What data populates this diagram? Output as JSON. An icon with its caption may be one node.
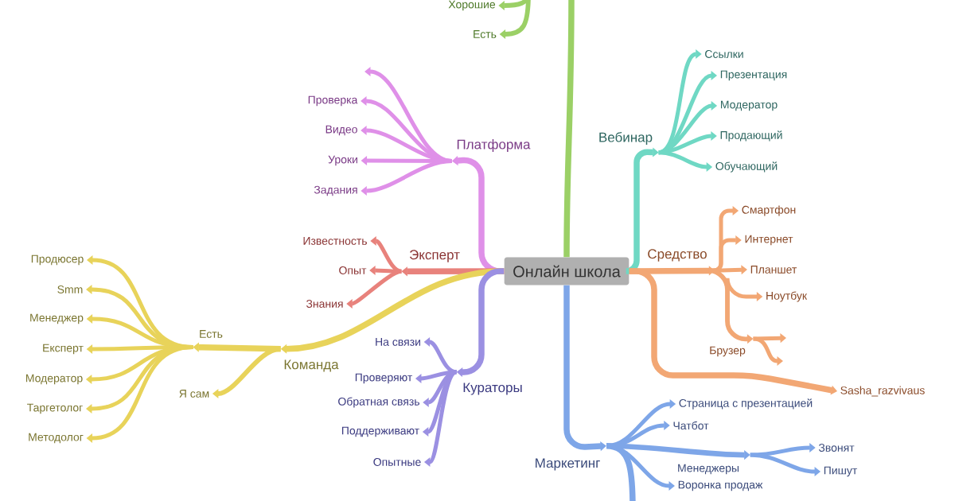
{
  "diagram": {
    "nodes": [
      {
        "text": [
          "Онлайн школа"
        ]
      },
      {
        "text": [
          "Платформа"
        ]
      },
      {
        "text": [
          "Проверка"
        ]
      },
      {
        "text": [
          "Видео"
        ]
      },
      {
        "text": [
          "Уроки"
        ]
      },
      {
        "text": [
          "Задания"
        ]
      },
      {
        "text": [
          "Эксперт"
        ]
      },
      {
        "text": [
          "Известность"
        ]
      },
      {
        "text": [
          "Опыт"
        ]
      },
      {
        "text": [
          "Знания"
        ]
      },
      {
        "text": [
          "Команда"
        ]
      },
      {
        "text": [
          "Есть"
        ]
      },
      {
        "text": [
          "Продюсер"
        ]
      },
      {
        "text": [
          "Smm"
        ]
      },
      {
        "text": [
          "Менеджер"
        ]
      },
      {
        "text": [
          "Експерт"
        ]
      },
      {
        "text": [
          "Модератор"
        ]
      },
      {
        "text": [
          "Таргетолог"
        ]
      },
      {
        "text": [
          "Методолог"
        ]
      },
      {
        "text": [
          "Я сам"
        ]
      },
      {
        "text": [
          "Кураторы"
        ]
      },
      {
        "text": [
          "На связи"
        ]
      },
      {
        "text": [
          "Проверяют"
        ]
      },
      {
        "text": [
          "Обратная связь"
        ]
      },
      {
        "text": [
          "Поддерживают"
        ]
      },
      {
        "text": [
          "Опытные"
        ]
      },
      {
        "text": [
          "Хорошие"
        ]
      },
      {
        "text": [
          "Есть"
        ]
      },
      {
        "text": [
          "Вебинар"
        ]
      },
      {
        "text": [
          "Ссылки"
        ]
      },
      {
        "text": [
          "Презентация"
        ]
      },
      {
        "text": [
          "Модератор"
        ]
      },
      {
        "text": [
          "Продающий"
        ]
      },
      {
        "text": [
          "Обучающий"
        ]
      },
      {
        "text": [
          "Средство"
        ]
      },
      {
        "text": [
          "Смартфон"
        ]
      },
      {
        "text": [
          "Интернет"
        ]
      },
      {
        "text": [
          "Планшет"
        ]
      },
      {
        "text": [
          "Ноутбук"
        ]
      },
      {
        "text": [
          "Брузер"
        ]
      },
      {
        "text": [
          "Sasha_razvivaus"
        ]
      },
      {
        "text": [
          "Маркетинг"
        ]
      },
      {
        "text": [
          "Страница с презентацией"
        ]
      },
      {
        "text": [
          "Чатбот"
        ]
      },
      {
        "text": [
          "Менеджеры"
        ]
      },
      {
        "text": [
          "Звонят"
        ]
      },
      {
        "text": [
          "Пишут"
        ]
      },
      {
        "text": [
          "Воронка продаж"
        ]
      }
    ],
    "edges": [
      {
        "from": 0,
        "to": 1,
        "arrow": "to",
        "color": "#df90e8"
      },
      {
        "from": 1,
        "to": null,
        "arrow": "to",
        "color": "#df90e8"
      },
      {
        "from": 1,
        "to": 2,
        "arrow": "to",
        "color": "#df90e8"
      },
      {
        "from": 1,
        "to": 3,
        "arrow": "to",
        "color": "#df90e8"
      },
      {
        "from": 1,
        "to": 4,
        "arrow": "to",
        "color": "#df90e8"
      },
      {
        "from": 1,
        "to": 5,
        "arrow": "to",
        "color": "#df90e8"
      },
      {
        "from": 0,
        "to": 6,
        "arrow": "to",
        "color": "#e8827c"
      },
      {
        "from": 6,
        "to": 7,
        "arrow": "to",
        "color": "#e8827c"
      },
      {
        "from": 6,
        "to": 8,
        "arrow": "to",
        "color": "#e8827c"
      },
      {
        "from": 6,
        "to": 9,
        "arrow": "to",
        "color": "#e8827c"
      },
      {
        "from": 0,
        "to": 10,
        "arrow": "to",
        "color": "#e8d35a"
      },
      {
        "from": 10,
        "to": 11,
        "arrow": "to",
        "color": "#e8d35a"
      },
      {
        "from": 11,
        "to": 12,
        "arrow": "to",
        "color": "#e8d35a"
      },
      {
        "from": 11,
        "to": 13,
        "arrow": "to",
        "color": "#e8d35a"
      },
      {
        "from": 11,
        "to": 14,
        "arrow": "to",
        "color": "#e8d35a"
      },
      {
        "from": 11,
        "to": 15,
        "arrow": "to",
        "color": "#e8d35a"
      },
      {
        "from": 11,
        "to": 16,
        "arrow": "to",
        "color": "#e8d35a"
      },
      {
        "from": 11,
        "to": 17,
        "arrow": "to",
        "color": "#e8d35a"
      },
      {
        "from": 11,
        "to": 18,
        "arrow": "to",
        "color": "#e8d35a"
      },
      {
        "from": 10,
        "to": 19,
        "arrow": "to",
        "color": "#e8d35a"
      },
      {
        "from": 0,
        "to": 20,
        "arrow": "to",
        "color": "#9b90e2"
      },
      {
        "from": 20,
        "to": 21,
        "arrow": "to",
        "color": "#9b90e2"
      },
      {
        "from": 20,
        "to": 22,
        "arrow": "to",
        "color": "#9b90e2"
      },
      {
        "from": 20,
        "to": 23,
        "arrow": "to",
        "color": "#9b90e2"
      },
      {
        "from": 20,
        "to": 24,
        "arrow": "to",
        "color": "#9b90e2"
      },
      {
        "from": 20,
        "to": 25,
        "arrow": "to",
        "color": "#9b90e2"
      },
      {
        "from": 0,
        "to": null,
        "arrow": "none",
        "color": "#9bd066"
      },
      {
        "from": null,
        "to": 26,
        "arrow": "to",
        "color": "#9bd066"
      },
      {
        "from": null,
        "to": 27,
        "arrow": "to",
        "color": "#9bd066"
      },
      {
        "from": 0,
        "to": 28,
        "arrow": "to",
        "color": "#6fd8c4"
      },
      {
        "from": 28,
        "to": 29,
        "arrow": "to",
        "color": "#6fd8c4"
      },
      {
        "from": 28,
        "to": 30,
        "arrow": "to",
        "color": "#6fd8c4"
      },
      {
        "from": 28,
        "to": 31,
        "arrow": "to",
        "color": "#6fd8c4"
      },
      {
        "from": 28,
        "to": 32,
        "arrow": "to",
        "color": "#6fd8c4"
      },
      {
        "from": 28,
        "to": 33,
        "arrow": "to",
        "color": "#6fd8c4"
      },
      {
        "from": 0,
        "to": 34,
        "arrow": "to",
        "color": "#f2a774"
      },
      {
        "from": 34,
        "to": 35,
        "arrow": "to",
        "color": "#f2a774"
      },
      {
        "from": 34,
        "to": 36,
        "arrow": "to",
        "color": "#f2a774"
      },
      {
        "from": 34,
        "to": 37,
        "arrow": "to",
        "color": "#f2a774"
      },
      {
        "from": 34,
        "to": 38,
        "arrow": "to",
        "color": "#f2a774"
      },
      {
        "from": 34,
        "to": 39,
        "arrow": "to",
        "color": "#f2a774"
      },
      {
        "from": 39,
        "to": null,
        "arrow": "to",
        "color": "#f2a774"
      },
      {
        "from": 39,
        "to": null,
        "arrow": "to",
        "color": "#f2a774"
      },
      {
        "from": 0,
        "to": 40,
        "arrow": "to",
        "color": "#f2a774"
      },
      {
        "from": 0,
        "to": 41,
        "arrow": "to",
        "color": "#7ea6e8"
      },
      {
        "from": 41,
        "to": null,
        "arrow": "none",
        "color": "#7ea6e8"
      },
      {
        "from": 41,
        "to": 42,
        "arrow": "to",
        "color": "#7ea6e8"
      },
      {
        "from": 41,
        "to": 43,
        "arrow": "to",
        "color": "#7ea6e8"
      },
      {
        "from": 41,
        "to": 44,
        "arrow": "to",
        "color": "#7ea6e8"
      },
      {
        "from": 44,
        "to": 45,
        "arrow": "to",
        "color": "#7ea6e8"
      },
      {
        "from": 44,
        "to": 46,
        "arrow": "to",
        "color": "#7ea6e8"
      },
      {
        "from": 41,
        "to": 47,
        "arrow": "to",
        "color": "#7ea6e8"
      }
    ]
  }
}
